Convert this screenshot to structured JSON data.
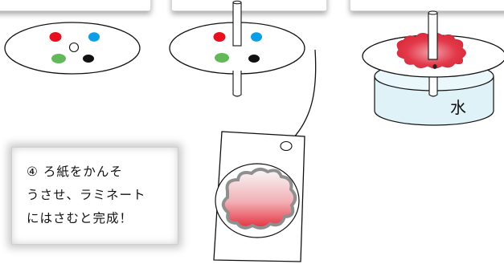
{
  "step4": {
    "lines": [
      "④ ろ紙をかんそ",
      "うさせ、ラミネート",
      "にはさむと完成！"
    ]
  },
  "water_label": "水",
  "colors": {
    "dot_red": "#e8101e",
    "dot_blue": "#0a9ee8",
    "dot_green": "#63b95a",
    "dot_black": "#111111",
    "water_fill": "#dff2f7",
    "ink_spread": "#e04050",
    "cloud_outline": "#8f8f8f"
  }
}
